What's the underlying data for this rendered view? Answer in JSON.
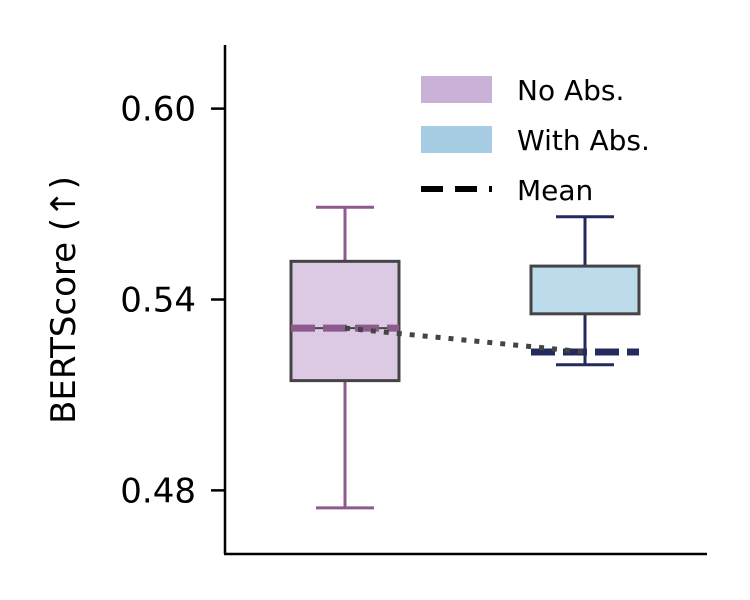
{
  "chart_data": {
    "type": "box",
    "title": "",
    "xlabel": "",
    "ylabel": "BERTScore (↑)",
    "ylim": [
      0.46,
      0.62
    ],
    "yticks": [
      0.48,
      0.54,
      0.6
    ],
    "ytick_labels": [
      "0.48",
      "0.54",
      "0.60"
    ],
    "grid": false,
    "legend_position": "top-right",
    "legend": [
      {
        "label": "No Abs.",
        "kind": "patch",
        "color": "#c9b1d8"
      },
      {
        "label": "With Abs.",
        "kind": "patch",
        "color": "#a6cde3"
      },
      {
        "label": "Mean",
        "kind": "dashed-line",
        "color": "#000000"
      }
    ],
    "series": [
      {
        "name": "No Abs.",
        "whisker_low": 0.4745,
        "q1": 0.5145,
        "median": 0.531,
        "q3": 0.552,
        "whisker_high": 0.569,
        "mean": 0.531,
        "fill_color": "#dccae5",
        "edge_color": "#444444",
        "whisker_color": "#8c5a8c",
        "mean_color": "#8c5a8c"
      },
      {
        "name": "With Abs.",
        "whisker_low": 0.5195,
        "q1": 0.5355,
        "median": 0.5355,
        "q3": 0.5505,
        "whisker_high": 0.566,
        "mean": 0.5235,
        "fill_color": "#bcdcec",
        "edge_color": "#444444",
        "whisker_color": "#232a5c",
        "mean_color": "#232a5c"
      }
    ],
    "mean_connector": {
      "style": "dotted",
      "color": "#444444"
    }
  }
}
